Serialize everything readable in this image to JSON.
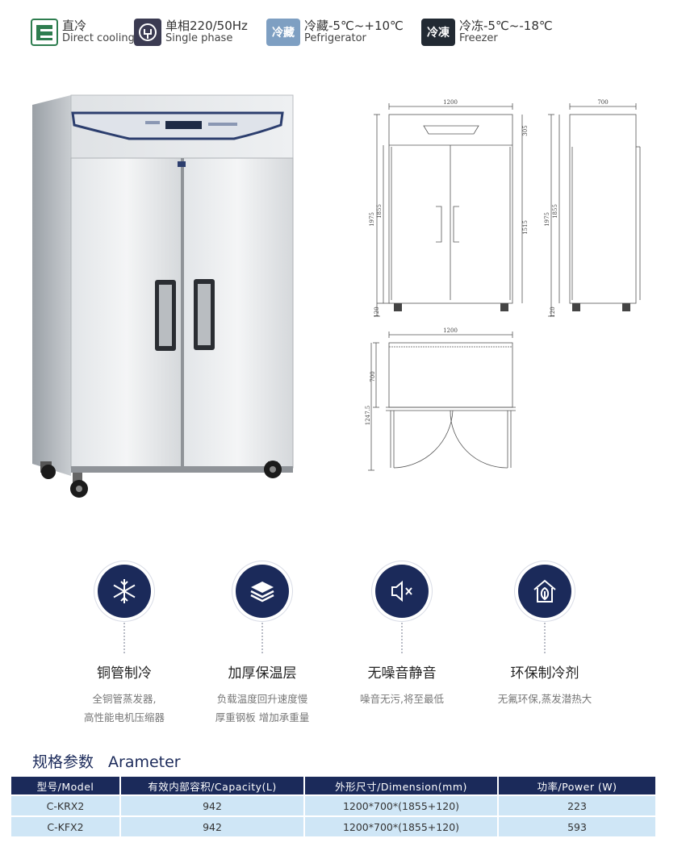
{
  "badges": [
    {
      "icon": "direct-cooling-icon",
      "line1": "直冷",
      "line2": "Direct cooling",
      "color": "#2e7d4f"
    },
    {
      "icon": "single-phase-icon",
      "line1": "单相220/50Hz",
      "line2": "Single phase",
      "color": "#3b3b52"
    },
    {
      "icon_text": "冷藏",
      "line1": "冷藏-5℃~+10℃",
      "line2": "Pefrigerator",
      "color": "#7e9fc2"
    },
    {
      "icon_text": "冷凍",
      "line1": "冷冻-5℃~-18℃",
      "line2": "Freezer",
      "color": "#222a33"
    }
  ],
  "drawing_front": {
    "width": "1200",
    "top_h": "305",
    "total_h": "1975",
    "body_h": "1855",
    "door_h": "1515",
    "leg_h": "120"
  },
  "drawing_side": {
    "depth": "700",
    "total_h": "1975",
    "body_h": "1855",
    "leg_h": "120"
  },
  "drawing_top": {
    "width": "1200",
    "depth": "700",
    "open_depth": "1247.5"
  },
  "features": [
    {
      "icon": "snowflake-icon",
      "title": "铜管制冷",
      "desc1": "全铜管蒸发器,",
      "desc2": "高性能电机压缩器"
    },
    {
      "icon": "layers-icon",
      "title": "加厚保温层",
      "desc1": "负载温度回升速度慢",
      "desc2": "厚重钢板 增加承重量"
    },
    {
      "icon": "mute-speaker-icon",
      "title": "无噪音静音",
      "desc1": "噪音无污,将至最低",
      "desc2": ""
    },
    {
      "icon": "eco-house-icon",
      "title": "环保制冷剂",
      "desc1": "无氟环保,蒸发潜热大",
      "desc2": ""
    }
  ],
  "spec": {
    "title_cn": "规格参数",
    "title_en": "Arameter",
    "headers": [
      "型号/Model",
      "有效内部容积/Capacity(L)",
      "外形尺寸/Dimension(mm)",
      "功率/Power (W)"
    ],
    "rows": [
      [
        "C-KRX2",
        "942",
        "1200*700*(1855+120)",
        "223"
      ],
      [
        "C-KFX2",
        "942",
        "1200*700*(1855+120)",
        "593"
      ]
    ]
  },
  "colors": {
    "navy": "#1b2a5a",
    "table_row": "#cfe6f6"
  }
}
